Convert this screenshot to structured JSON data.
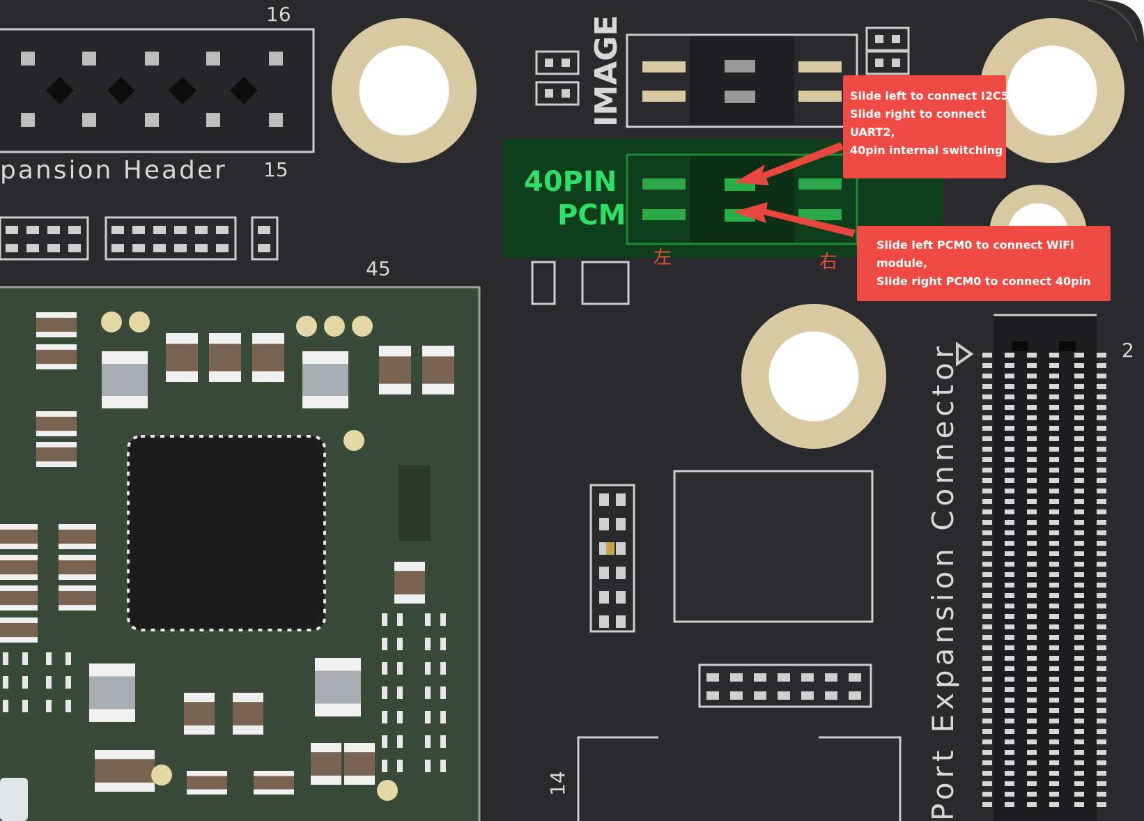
{
  "silkscreen": {
    "pin_16": "16",
    "pin_15": "15",
    "pin_45": "45",
    "pin_14": "14",
    "pin_2": "2",
    "expansion_header": "pansion Header",
    "image_label": "IMAGE",
    "forty_pin": "40PIN",
    "pcm": "PCM",
    "left_char": "左",
    "right_char": "右",
    "port_expansion_connector": "Port Expansion Connector"
  },
  "callouts": {
    "i2c_uart": [
      "Slide left to connect I2C5,",
      "Slide right to connect",
      "UART2,",
      "40pin internal switching"
    ],
    "pcm_wifi": [
      "Slide left PCM0 to connect WiFi",
      "module,",
      "Slide right PCM0 to connect 40pin"
    ]
  },
  "colors": {
    "board": "#2a2a2c",
    "module": "#3a4a38",
    "highlight": "#0f3f1a",
    "callout": "#ef4a44",
    "pad": "#d9c9a2",
    "silk": "#d8d8d8"
  }
}
